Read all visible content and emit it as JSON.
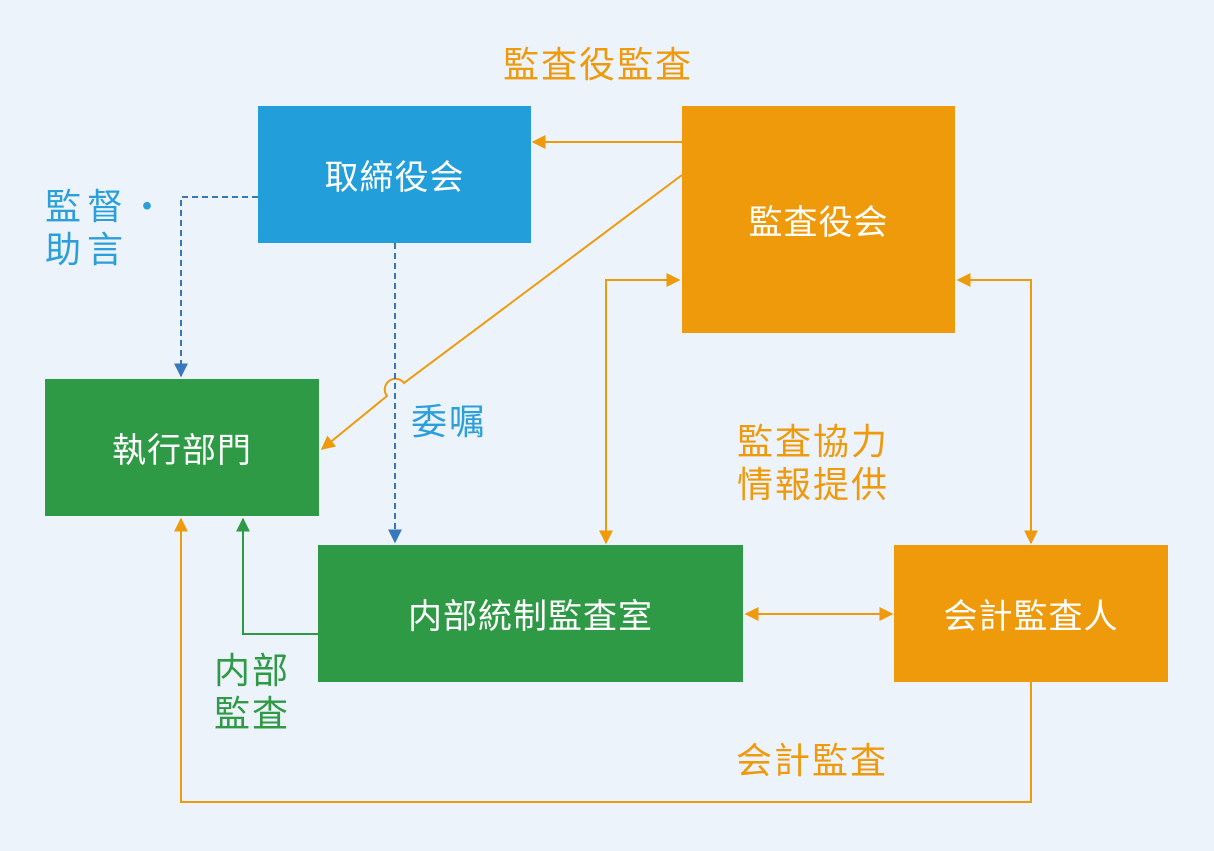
{
  "nodes": {
    "board": "取締役会",
    "auditors": "監査役会",
    "exec": "執行部門",
    "internal": "内部統制監査室",
    "accountant": "会計監査人"
  },
  "labels": {
    "auditor_audit": "監査役監査",
    "supervision_line1": "監督・",
    "supervision_line2": "助言",
    "delegation": "委嘱",
    "coop_line1": "監査協力",
    "coop_line2": "情報提供",
    "internal_line1": "内部",
    "internal_line2": "監査",
    "accounting_audit": "会計監査"
  },
  "colors": {
    "background": "#edf3fb",
    "board_blue": "#229fdb",
    "auditor_orange": "#ee9a0a",
    "exec_green": "#2e9a45",
    "arrow_blue": "#3777bc"
  }
}
